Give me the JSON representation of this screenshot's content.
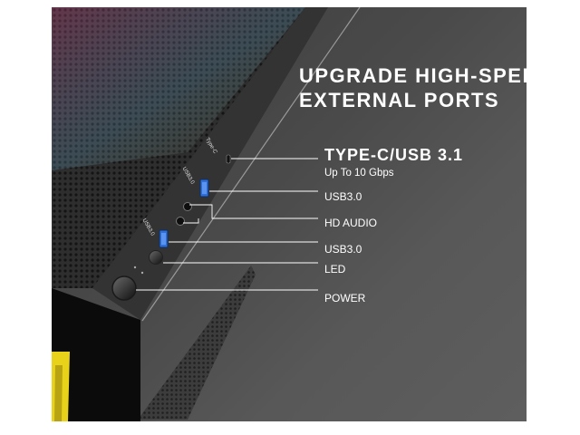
{
  "headline": {
    "line1": "UPGRADE HIGH-SPEED",
    "line2": "EXTERNAL PORTS"
  },
  "ports": {
    "type_c": {
      "label": "TYPE-C/USB 3.1",
      "sublabel": "Up To 10 Gbps"
    },
    "usb_top": {
      "label": "USB3.0"
    },
    "hd_audio": {
      "label": "HD AUDIO"
    },
    "usb_bottom": {
      "label": "USB3.0"
    },
    "led": {
      "label": "LED"
    },
    "power": {
      "label": "POWER"
    }
  },
  "panel_print": {
    "type_c": "Type-C",
    "usb_a": "USB3.0",
    "usb_b": "USB3.0"
  },
  "colors": {
    "background": "#4a4a4a",
    "text": "#ffffff",
    "usb_port_blue": "#2f6fd6",
    "accent_yellow": "#e8d21a",
    "leader_line": "#ffffff"
  }
}
